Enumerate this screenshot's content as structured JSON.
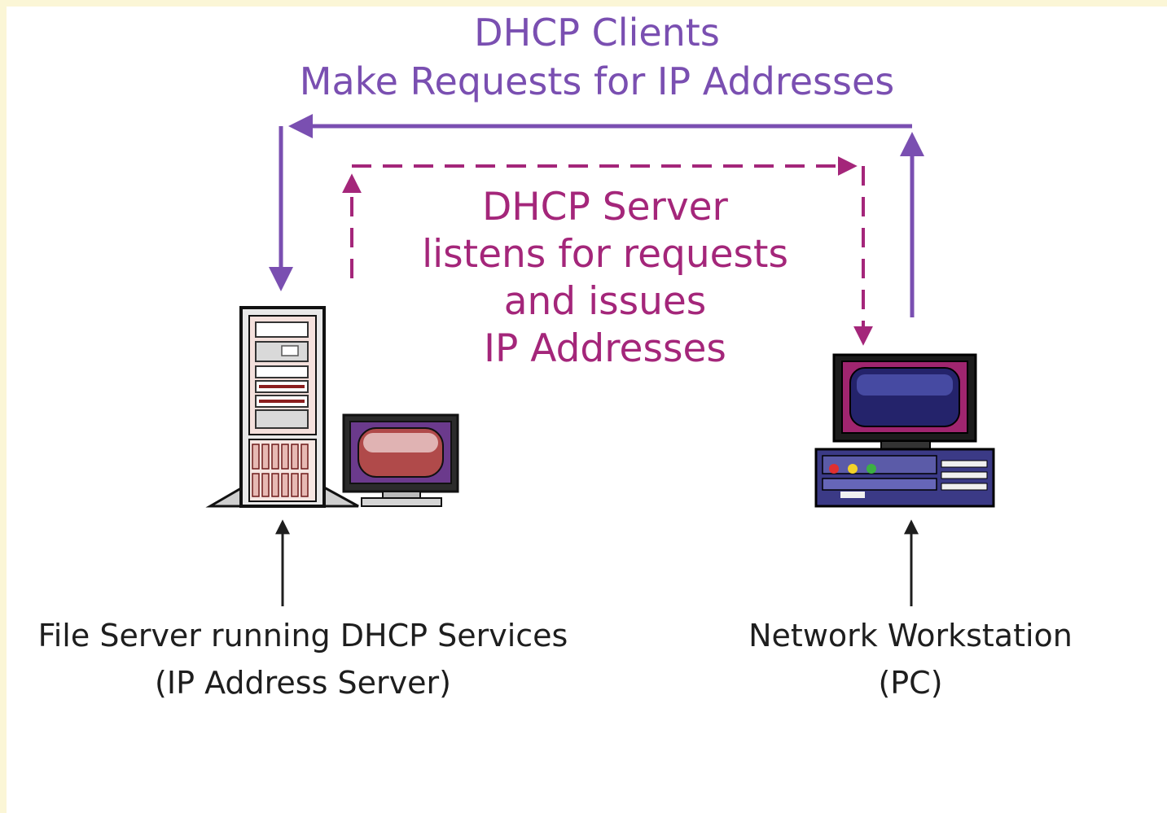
{
  "client_request": {
    "line1": "DHCP Clients",
    "line2": "Make Requests for IP Addresses",
    "color": "#7a4fb1"
  },
  "server_response": {
    "line1": "DHCP Server",
    "line2": "listens for requests",
    "line3": "and issues",
    "line4": "IP Addresses",
    "color": "#a4267a"
  },
  "server_caption": {
    "line1": "File Server running DHCP Services",
    "line2": "(IP Address Server)"
  },
  "workstation_caption": {
    "line1": "Network Workstation",
    "line2": "(PC)"
  },
  "icons": {
    "server": "server-tower-icon",
    "server_monitor": "monitor-icon",
    "workstation": "desktop-pc-icon"
  }
}
